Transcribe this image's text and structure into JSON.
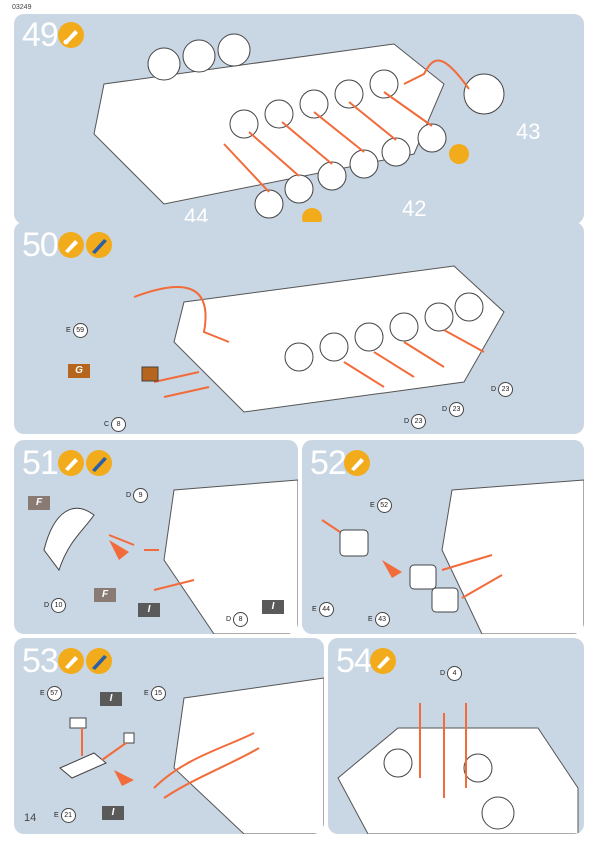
{
  "header": {
    "code": "03249"
  },
  "footer": {
    "page_number": "14"
  },
  "steps": [
    {
      "number": "49",
      "parts": {
        "p44": "44",
        "p42": "42",
        "p43": "43"
      }
    },
    {
      "number": "50",
      "callouts": {
        "e59": {
          "letter": "E",
          "num": "59"
        },
        "c8": {
          "letter": "C",
          "num": "8"
        },
        "d23a": {
          "letter": "D",
          "num": "23"
        },
        "d23b": {
          "letter": "D",
          "num": "23"
        },
        "d23c": {
          "letter": "D",
          "num": "23"
        }
      },
      "flag": "G"
    },
    {
      "number": "51",
      "callouts": {
        "d9": {
          "letter": "D",
          "num": "9"
        },
        "d10": {
          "letter": "D",
          "num": "10"
        },
        "d8": {
          "letter": "D",
          "num": "8"
        }
      },
      "flags": [
        "F",
        "F",
        "I",
        "I"
      ]
    },
    {
      "number": "52",
      "callouts": {
        "e52": {
          "letter": "E",
          "num": "52"
        },
        "e44": {
          "letter": "E",
          "num": "44"
        },
        "e43": {
          "letter": "E",
          "num": "43"
        }
      }
    },
    {
      "number": "53",
      "callouts": {
        "e57": {
          "letter": "E",
          "num": "57"
        },
        "e15": {
          "letter": "E",
          "num": "15"
        },
        "e21": {
          "letter": "E",
          "num": "21"
        }
      },
      "flags": [
        "I",
        "I"
      ]
    },
    {
      "number": "54",
      "callouts": {
        "d4": {
          "letter": "D",
          "num": "4"
        }
      }
    }
  ],
  "icons": {
    "glue": "glue-icon",
    "paint": "paint-brush-icon",
    "no_glue": "no-glue-icon"
  },
  "colors": {
    "panel": "#c9d6e3",
    "badge": "#f2ac1b",
    "arrow": "#f26b3a"
  }
}
